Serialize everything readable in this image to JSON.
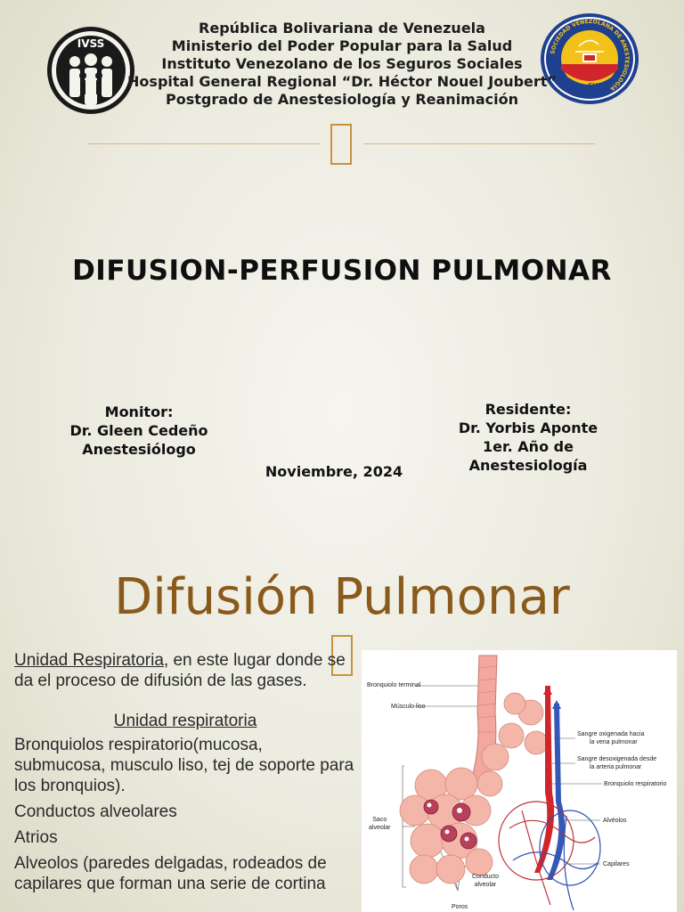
{
  "slide1": {
    "header_lines": [
      "República Bolivariana de Venezuela",
      "Ministerio del Poder Popular para la Salud",
      "Instituto Venezolano de los Seguros Sociales",
      "Hospital General Regional “Dr. Héctor Nouel Joubert”",
      "Postgrado de Anestesiología y Reanimación"
    ],
    "logo_left_text": "IVSS",
    "logo_right_ring_text": "SOCIEDAD VENEZOLANA DE ANESTESIOLOGÍA",
    "logo_right_inner_text": "SVA",
    "title": "DIFUSION-PERFUSION PULMONAR",
    "monitor": {
      "label": "Monitor:",
      "name": "Dr. Gleen Cedeño",
      "role": "Anestesiólogo"
    },
    "resident": {
      "label": "Residente:",
      "name": "Dr. Yorbis Aponte",
      "year": "1er. Año de",
      "specialty": "Anestesiología"
    },
    "date": "Noviembre, 2024"
  },
  "slide2": {
    "title": "Difusión Pulmonar",
    "intro_link": "Unidad Respiratoria",
    "intro_rest": ", en este lugar donde se da el proceso de difusión de las gases.",
    "subheading": "Unidad respiratoria",
    "items": [
      "Bronquiolos respiratorio(mucosa, submucosa, musculo liso, tej de soporte para los bronquios).",
      "Conductos alveolares",
      "Atrios",
      "Alveolos (paredes delgadas, rodeados de capilares que forman una serie de cortina"
    ],
    "figure_labels": {
      "bronquiolo_terminal": "Bronquiolo terminal",
      "musculo_liso": "Músculo liso",
      "sangre_oxigenada_1": "Sangre oxigenada hacia",
      "sangre_oxigenada_2": "la vena pulmonar",
      "sangre_desoxigenada_1": "Sangre desoxigenada desde",
      "sangre_desoxigenada_2": "la arteria pulmonar",
      "bronquiolo_respiratorio": "Bronquiolo respiratorio",
      "alveolos": "Alvéolos",
      "saco_alveolar_1": "Saco",
      "saco_alveolar_2": "alveolar",
      "capilares": "Capilares",
      "conducto_1": "Conducto",
      "conducto_2": "alveolar",
      "poros": "Poros"
    }
  },
  "colors": {
    "title_brown": "#8a5a1c",
    "ornament": "#c8933e",
    "divider": "#d9b98a",
    "sva_blue": "#1f3f8f",
    "sva_yellow": "#f2c21b",
    "sva_red": "#d0262b"
  }
}
